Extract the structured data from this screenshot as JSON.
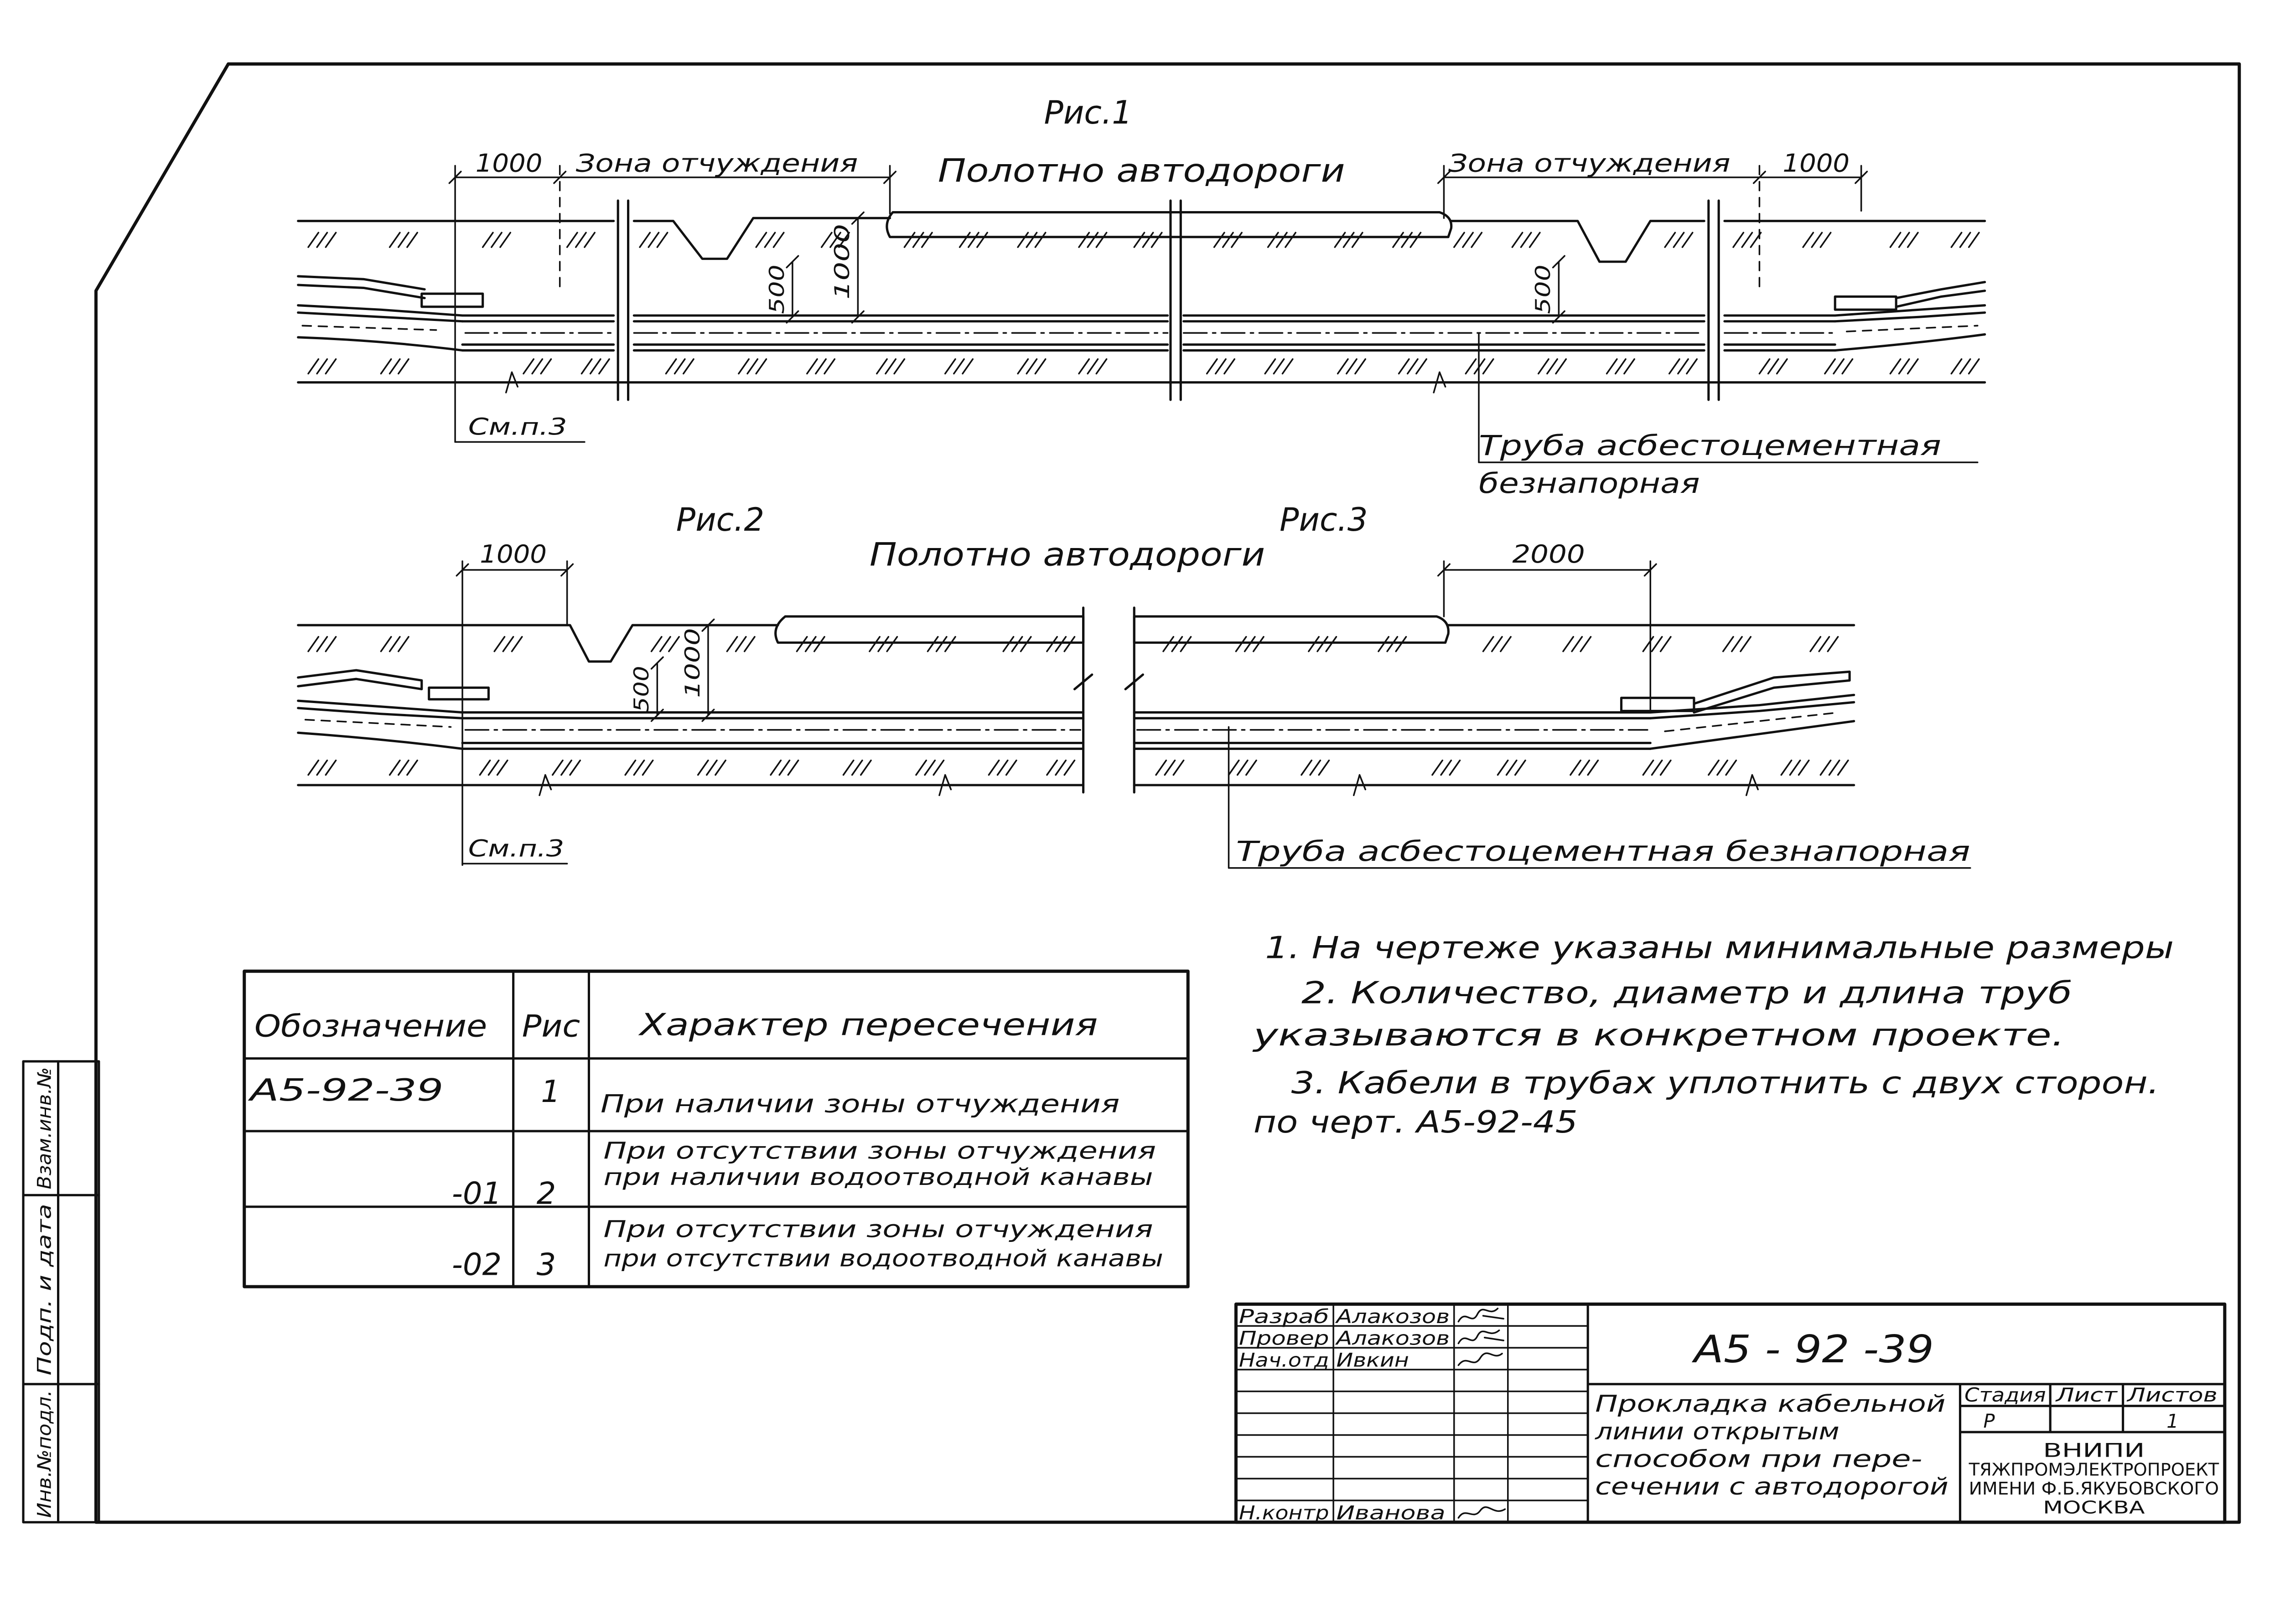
{
  "margin_stamp": {
    "replacement_inv": "Взам.инв.№",
    "signature_date": "Подп. и дата",
    "original_inv": "Инв.№подл."
  },
  "fig1": {
    "title": "Рис.1",
    "dim_left": "1000",
    "zone_left": "Зона отчуждения",
    "road": "Полотно автодороги",
    "zone_right": "Зона отчуждения",
    "dim_right": "1000",
    "depth_left_500": "500",
    "depth_left_1000": "1000",
    "depth_right_500": "500",
    "see_note": "См.п.3",
    "pipe_label_line1": "Труба асбестоцементная",
    "pipe_label_line2": "безнапорная"
  },
  "fig2": {
    "title": "Рис.2",
    "road": "Полотно автодороги",
    "dim_left": "1000",
    "depth_500": "500",
    "depth_1000": "1000",
    "see_note": "См.п.3"
  },
  "fig3": {
    "title": "Рис.3",
    "dim_right": "2000",
    "pipe_label": "Труба асбестоцементная безнапорная"
  },
  "notes": [
    "1. На чертеже указаны минимальные размеры",
    "2. Количество, диаметр и длина труб",
    "указываются в конкретном проекте.",
    "3. Кабели в трубах уплотнить с двух сторон.",
    "по черт. А5-92-45"
  ],
  "table": {
    "headers": [
      "Обозначение",
      "Рис",
      "Характер пересечения"
    ],
    "rows": [
      {
        "designation": "А5-92-39",
        "fig": "1",
        "description": [
          "При наличии зоны отчуждения"
        ]
      },
      {
        "designation": "-01",
        "fig": "2",
        "description": [
          "При отсутствии зоны отчуждения",
          "при наличии водоотводной канавы"
        ]
      },
      {
        "designation": "-02",
        "fig": "3",
        "description": [
          "При отсутствии зоны отчуждения",
          "при отсутствии водоотводной канавы"
        ]
      }
    ]
  },
  "title_block": {
    "roles": [
      {
        "role": "Разраб",
        "name": "Алакозов"
      },
      {
        "role": "Провер",
        "name": "Алакозов"
      },
      {
        "role": "Нач.отд",
        "name": "Ивкин"
      },
      {
        "role": "Н.контр",
        "name": "Иванова"
      }
    ],
    "document_code": "А5 - 92 -39",
    "title_lines": [
      "Прокладка кабельной",
      "линии открытым",
      "способом при пере-",
      "сечении с автодорогой"
    ],
    "stage_label": "Стадия",
    "sheet_label": "Лист",
    "sheets_label": "Листов",
    "stage": "Р",
    "sheets": "1",
    "organization": [
      "ВНИПИ",
      "ТЯЖПРОМЭЛЕКТРОПРОЕКТ",
      "ИМЕНИ Ф.Б.ЯКУБОВСКОГО",
      "МОСКВА"
    ]
  }
}
